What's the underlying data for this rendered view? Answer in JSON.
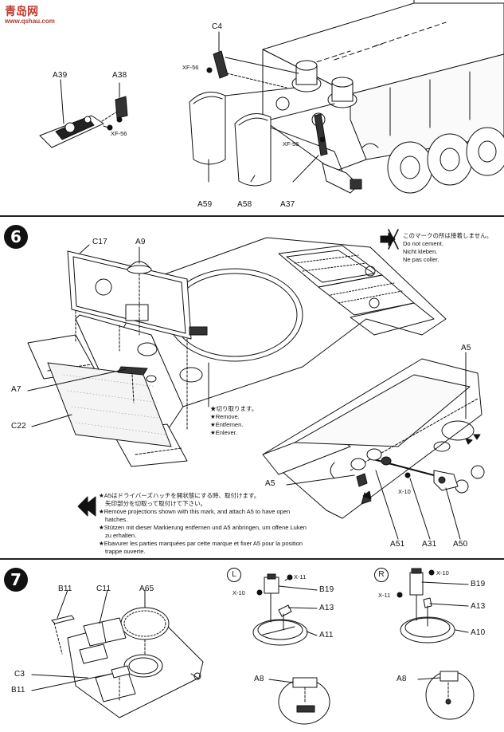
{
  "watermark": {
    "logo": "青岛网",
    "url": "www.qshau.com"
  },
  "step5": {
    "labels": {
      "c4": "C4",
      "xf56a": "XF-56",
      "a39": "A39",
      "a38": "A38",
      "xf56b": "XF-56",
      "xf56c": "XF-56",
      "a59": "A59",
      "a58": "A58",
      "a37": "A37"
    }
  },
  "step6": {
    "number": "6",
    "labels": {
      "c17": "C17",
      "a9": "A9",
      "a7": "A7",
      "c22": "C22",
      "a5_top": "A5",
      "a5_mid": "A5",
      "x10": "X-10",
      "a51": "A51",
      "a31": "A31",
      "a50": "A50"
    },
    "glue_note": [
      "このマークの所は接着しません。",
      "Do not cement.",
      "Nicht kleben.",
      "Ne pas coller."
    ],
    "cut_note": [
      "切り取ります。",
      "★Remove.",
      "★Entfernen.",
      "★Enlever."
    ],
    "instructions": [
      "A5はドライバーズハッチを開状態にする時、取付けます。",
      "矢印部分を切取って取付けて下さい。",
      "Remove projections shown with this mark, and attach A5 to have open",
      "hatches.",
      "Stützen mit dieser Markierung entfernen und A5 anbringen, um offene Luken",
      "zu erhalten.",
      "Ebavurer les parties marquées par cette marque et fixer A5 pour la position",
      "trappe ouverte."
    ],
    "instruction_bullets": [
      "★",
      "★",
      "★",
      "★"
    ]
  },
  "step7": {
    "number": "7",
    "labels": {
      "b11_top": "B11",
      "c11": "C11",
      "a65": "A65",
      "c3": "C3",
      "b11_bot": "B11",
      "left_side": "L",
      "x11_l": "X-11",
      "x10_l": "X-10",
      "b19_l": "B19",
      "a13_l": "A13",
      "a11": "A11",
      "a8_l": "A8",
      "right_side": "R",
      "x10_r": "X-10",
      "x11_r": "X-11",
      "b19_r": "B19",
      "a13_r": "A13",
      "a10": "A10",
      "a8_r": "A8"
    }
  }
}
